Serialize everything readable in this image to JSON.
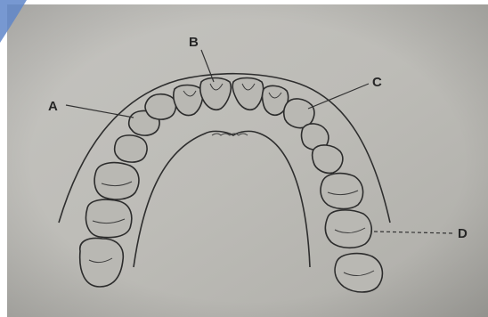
{
  "diagram": {
    "labels": {
      "a": "A",
      "b": "B",
      "c": "C",
      "d": "D"
    }
  }
}
